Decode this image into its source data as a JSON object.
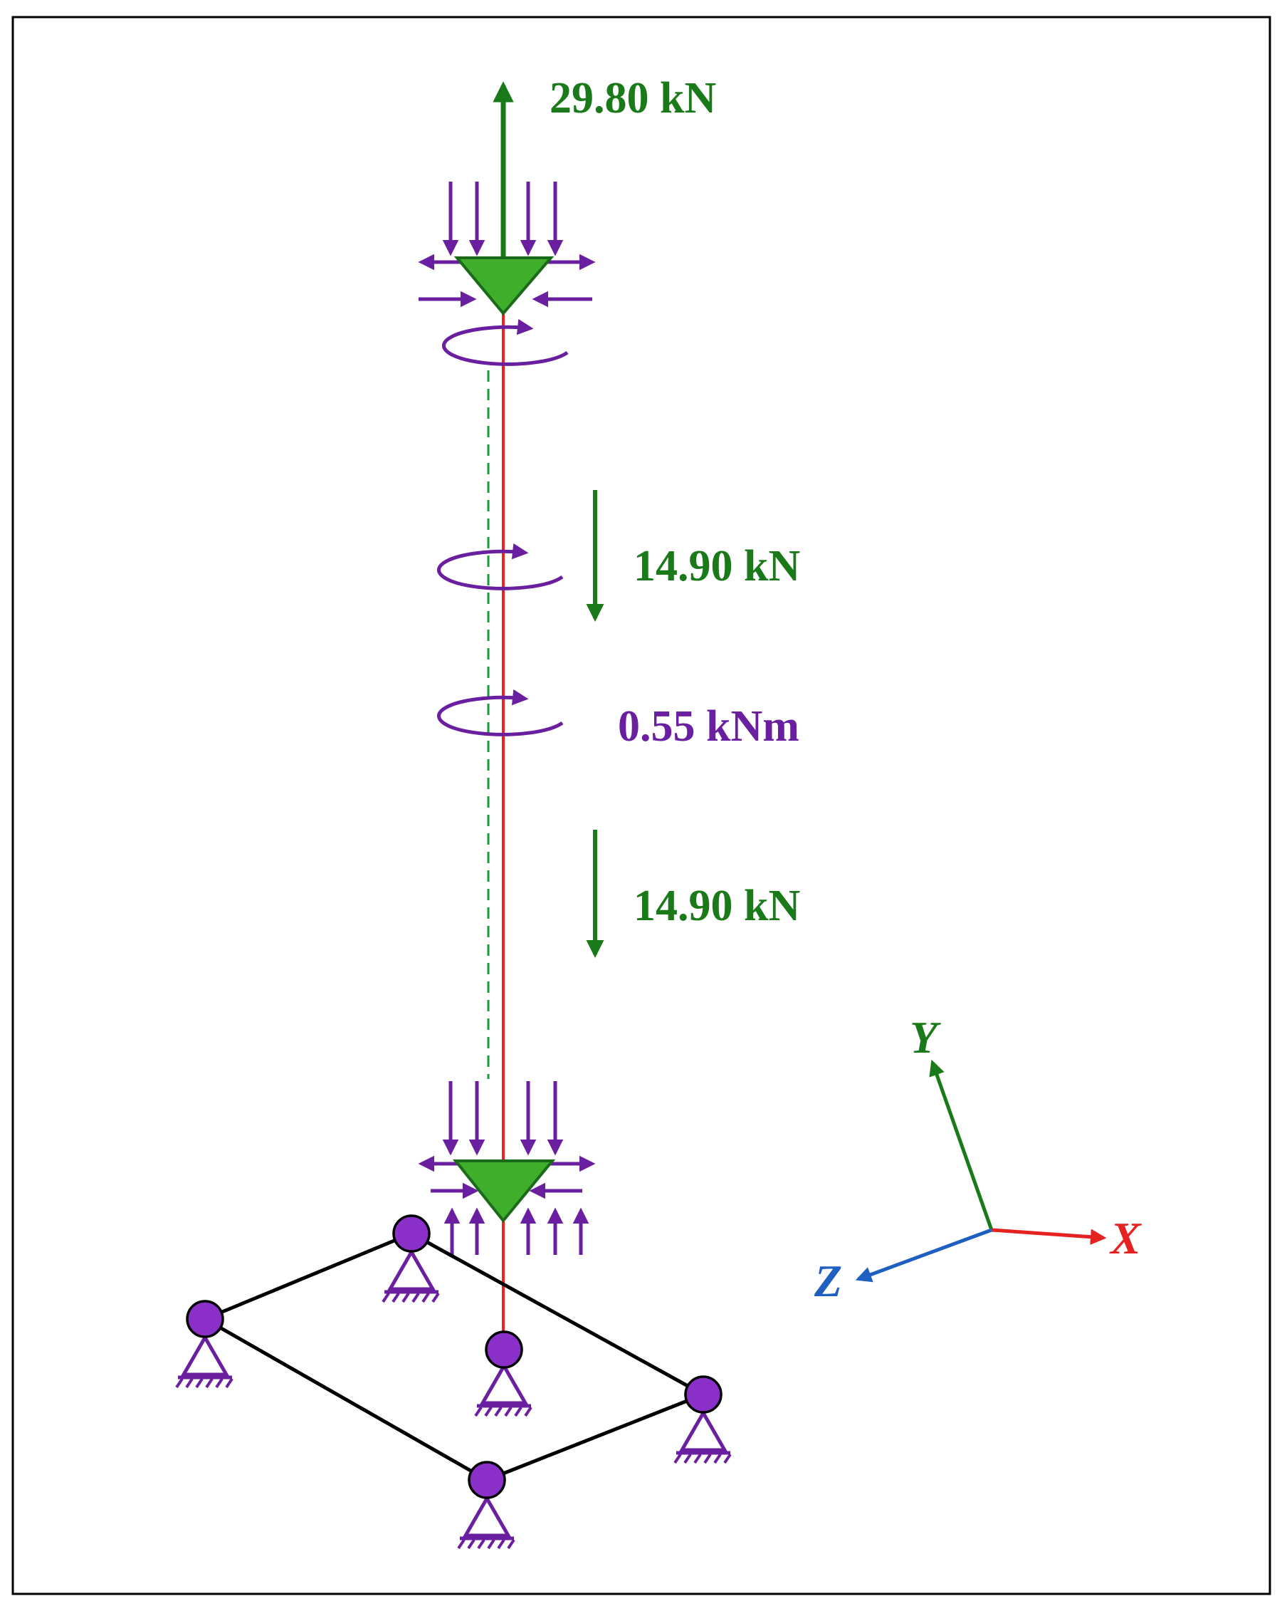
{
  "diagram": {
    "loads": {
      "top_axial": "29.80 kN",
      "mid_force_upper": "14.90 kN",
      "torque": "0.55 kNm",
      "mid_force_lower": "14.90 kN"
    },
    "axes": {
      "y": "Y",
      "x": "X",
      "z": "Z"
    },
    "colors": {
      "load_green": "#1a7a1a",
      "moment_purple": "#6a1fa0",
      "pile_red": "#ee2222",
      "axis_x_red": "#e52222",
      "axis_z_blue": "#1f5fbf",
      "support_purple": "#8a2fc8",
      "frame_black": "#000000"
    }
  }
}
